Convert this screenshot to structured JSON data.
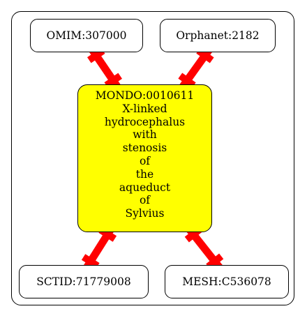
{
  "graph": {
    "center": {
      "id": "MONDO:0010611",
      "label_lines": [
        "X-linked",
        "hydrocephalus",
        "with",
        "stenosis",
        "of",
        "the",
        "aqueduct",
        "of",
        "Sylvius"
      ],
      "fill": "#ffff00"
    },
    "nodes": [
      {
        "key": "omim",
        "label": "OMIM:307000"
      },
      {
        "key": "orphanet",
        "label": "Orphanet:2182"
      },
      {
        "key": "sctid",
        "label": "SCTID:71779008"
      },
      {
        "key": "mesh",
        "label": "MESH:C536078"
      }
    ],
    "edge_color": "#ff0000"
  }
}
